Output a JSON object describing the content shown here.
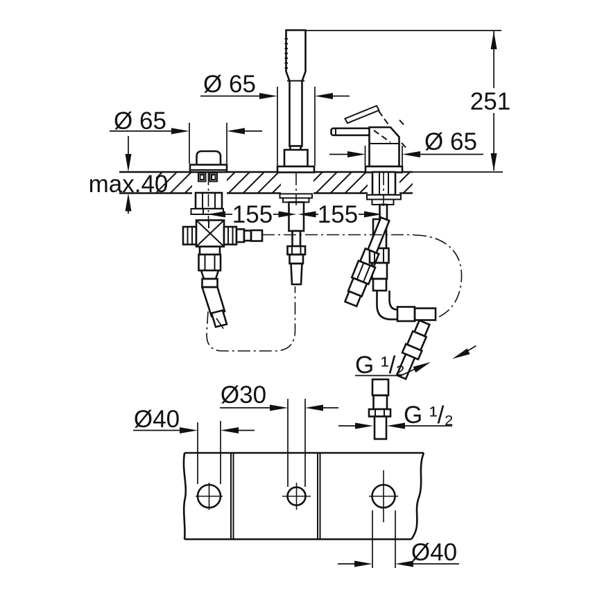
{
  "page": {
    "background": "#ffffff",
    "ink": "#111111"
  },
  "drawing": {
    "description": "Installation dimension drawing: 3-hole single-lever bath combination with hand shower, side elevation and deck plan view",
    "labels": {
      "dia_shower": "Ø 65",
      "dia_left_valve": "Ø 65",
      "dia_mixer": "Ø 65",
      "height_above_deck": "251",
      "max_deck_thickness": "max.40",
      "hole_spacing_left": "155",
      "hole_spacing_right": "155",
      "thread_hose_upper": "G ¹/₂",
      "thread_hose_lower": "G ¹/₂",
      "deck_hole_left_dia": "Ø40",
      "deck_hole_middle_dia": "Ø30",
      "deck_hole_right_dia": "Ø40"
    }
  }
}
